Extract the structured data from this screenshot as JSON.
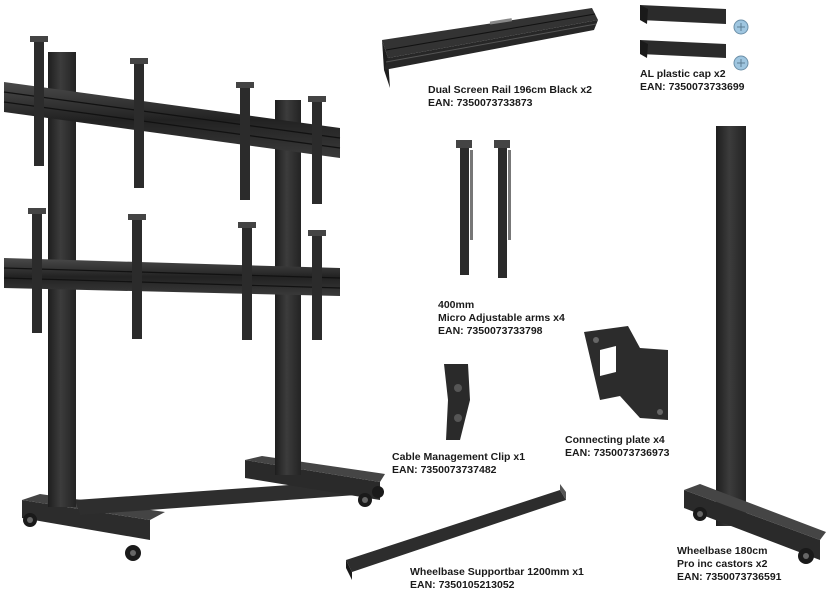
{
  "colors": {
    "metal_dark": "#2a2a2a",
    "metal_mid": "#3b3b3b",
    "metal_light": "#5a5a5a",
    "screw_blue": "#9fc6e0",
    "text": "#1a1a1a"
  },
  "parts": {
    "rail": {
      "line1": "Dual Screen Rail 196cm Black x2",
      "line2": "EAN: 7350073733873"
    },
    "caps": {
      "line1": "AL plastic cap x2",
      "line2": "EAN: 7350073733699"
    },
    "arms": {
      "line1": "400mm",
      "line2": "Micro Adjustable arms x4",
      "line3": "EAN: 7350073733798"
    },
    "clip": {
      "line1": "Cable Management Clip x1",
      "line2": "EAN: 7350073737482"
    },
    "plate": {
      "line1": "Connecting plate x4",
      "line2": "EAN: 7350073736973"
    },
    "supportbar": {
      "line1": "Wheelbase Supportbar 1200mm x1",
      "line2": "EAN: 7350105213052"
    },
    "wheelbase": {
      "line1": "Wheelbase 180cm",
      "line2": "Pro inc castors x2",
      "line3": "EAN: 7350073736591"
    }
  }
}
